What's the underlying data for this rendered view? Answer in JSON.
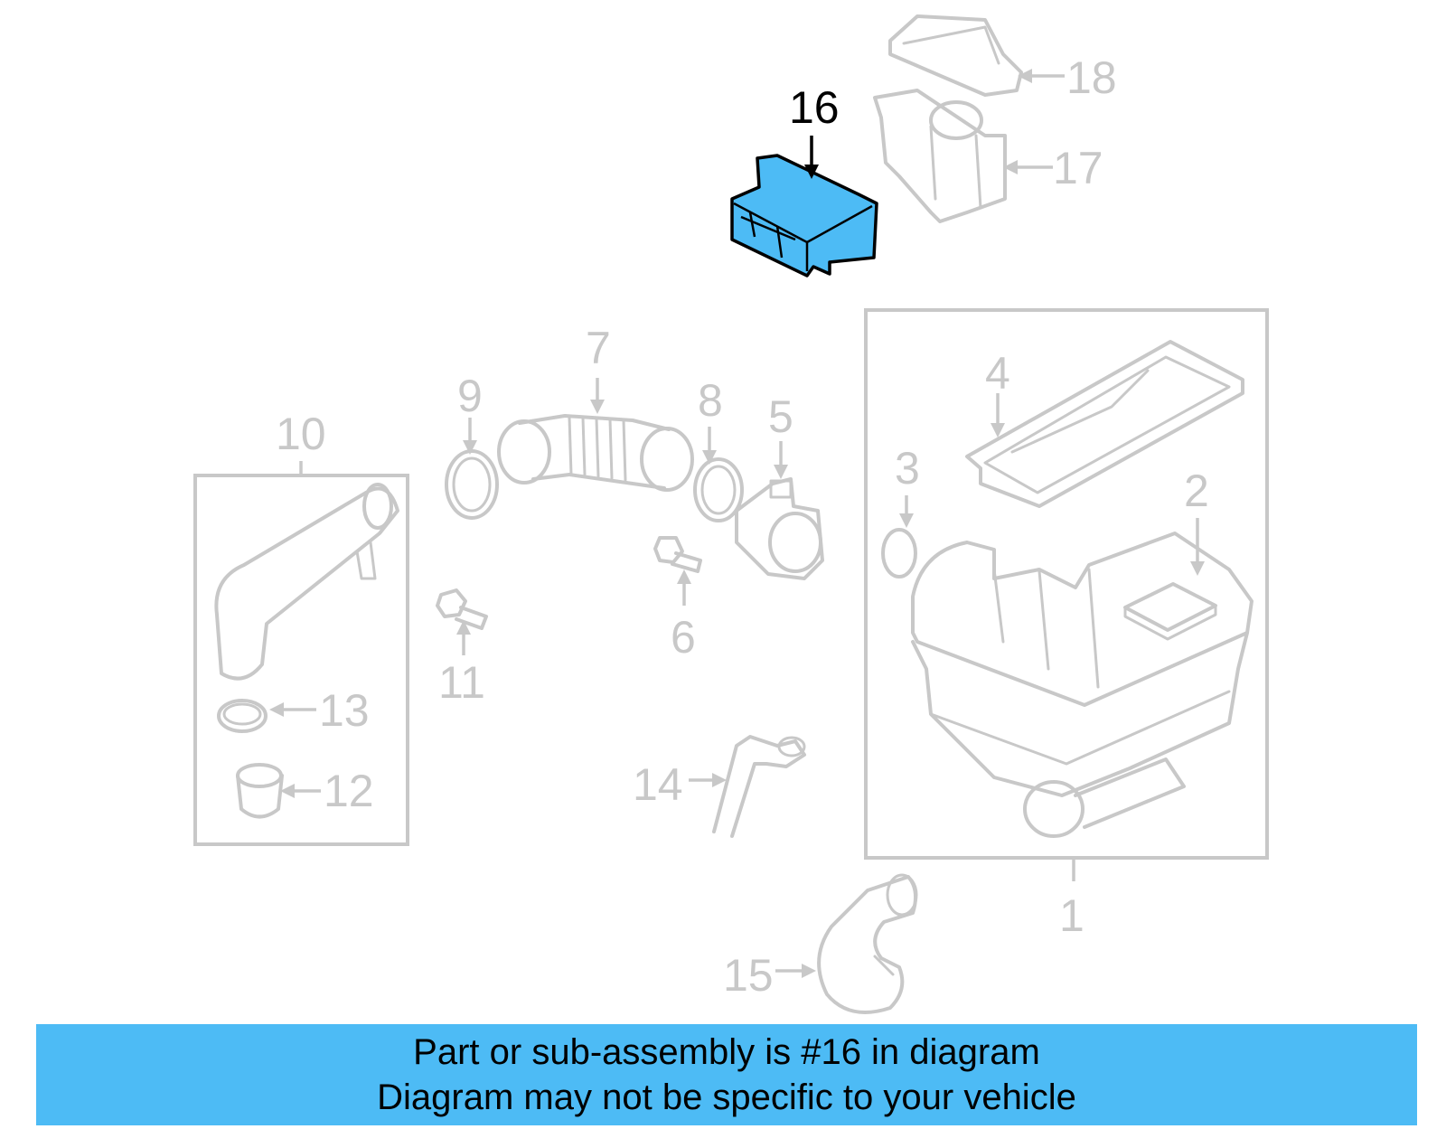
{
  "colors": {
    "highlight": "#4dbbf5",
    "part_outline": "#c8c8c8",
    "highlight_outline": "#000000",
    "banner": "#4dbbf5"
  },
  "callouts": {
    "c1": "1",
    "c2": "2",
    "c3": "3",
    "c4": "4",
    "c5": "5",
    "c6": "6",
    "c7": "7",
    "c8": "8",
    "c9": "9",
    "c10": "10",
    "c11": "11",
    "c12": "12",
    "c13": "13",
    "c14": "14",
    "c15": "15",
    "c16": "16",
    "c17": "17",
    "c18": "18"
  },
  "highlighted_part": "16",
  "footer": {
    "line1": "Part or sub-assembly is #16 in diagram",
    "line2": "Diagram may not be specific to your vehicle"
  }
}
